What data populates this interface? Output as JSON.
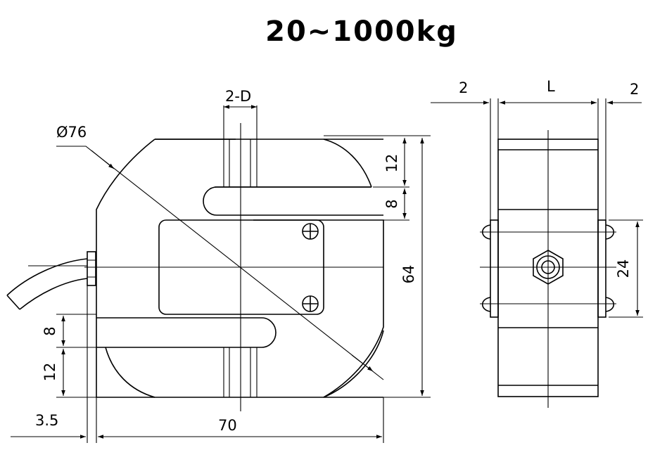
{
  "title": "20~1000kg",
  "labels": {
    "diameter": "Ø76",
    "holes": "2-D",
    "width_L": "L",
    "side_left": "2",
    "side_right": "2",
    "dim_12_top": "12",
    "dim_8_top": "8",
    "dim_64": "64",
    "dim_8_bottom": "8",
    "dim_12_bottom": "12",
    "dim_3_5": "3.5",
    "dim_70": "70",
    "dim_24": "24"
  }
}
